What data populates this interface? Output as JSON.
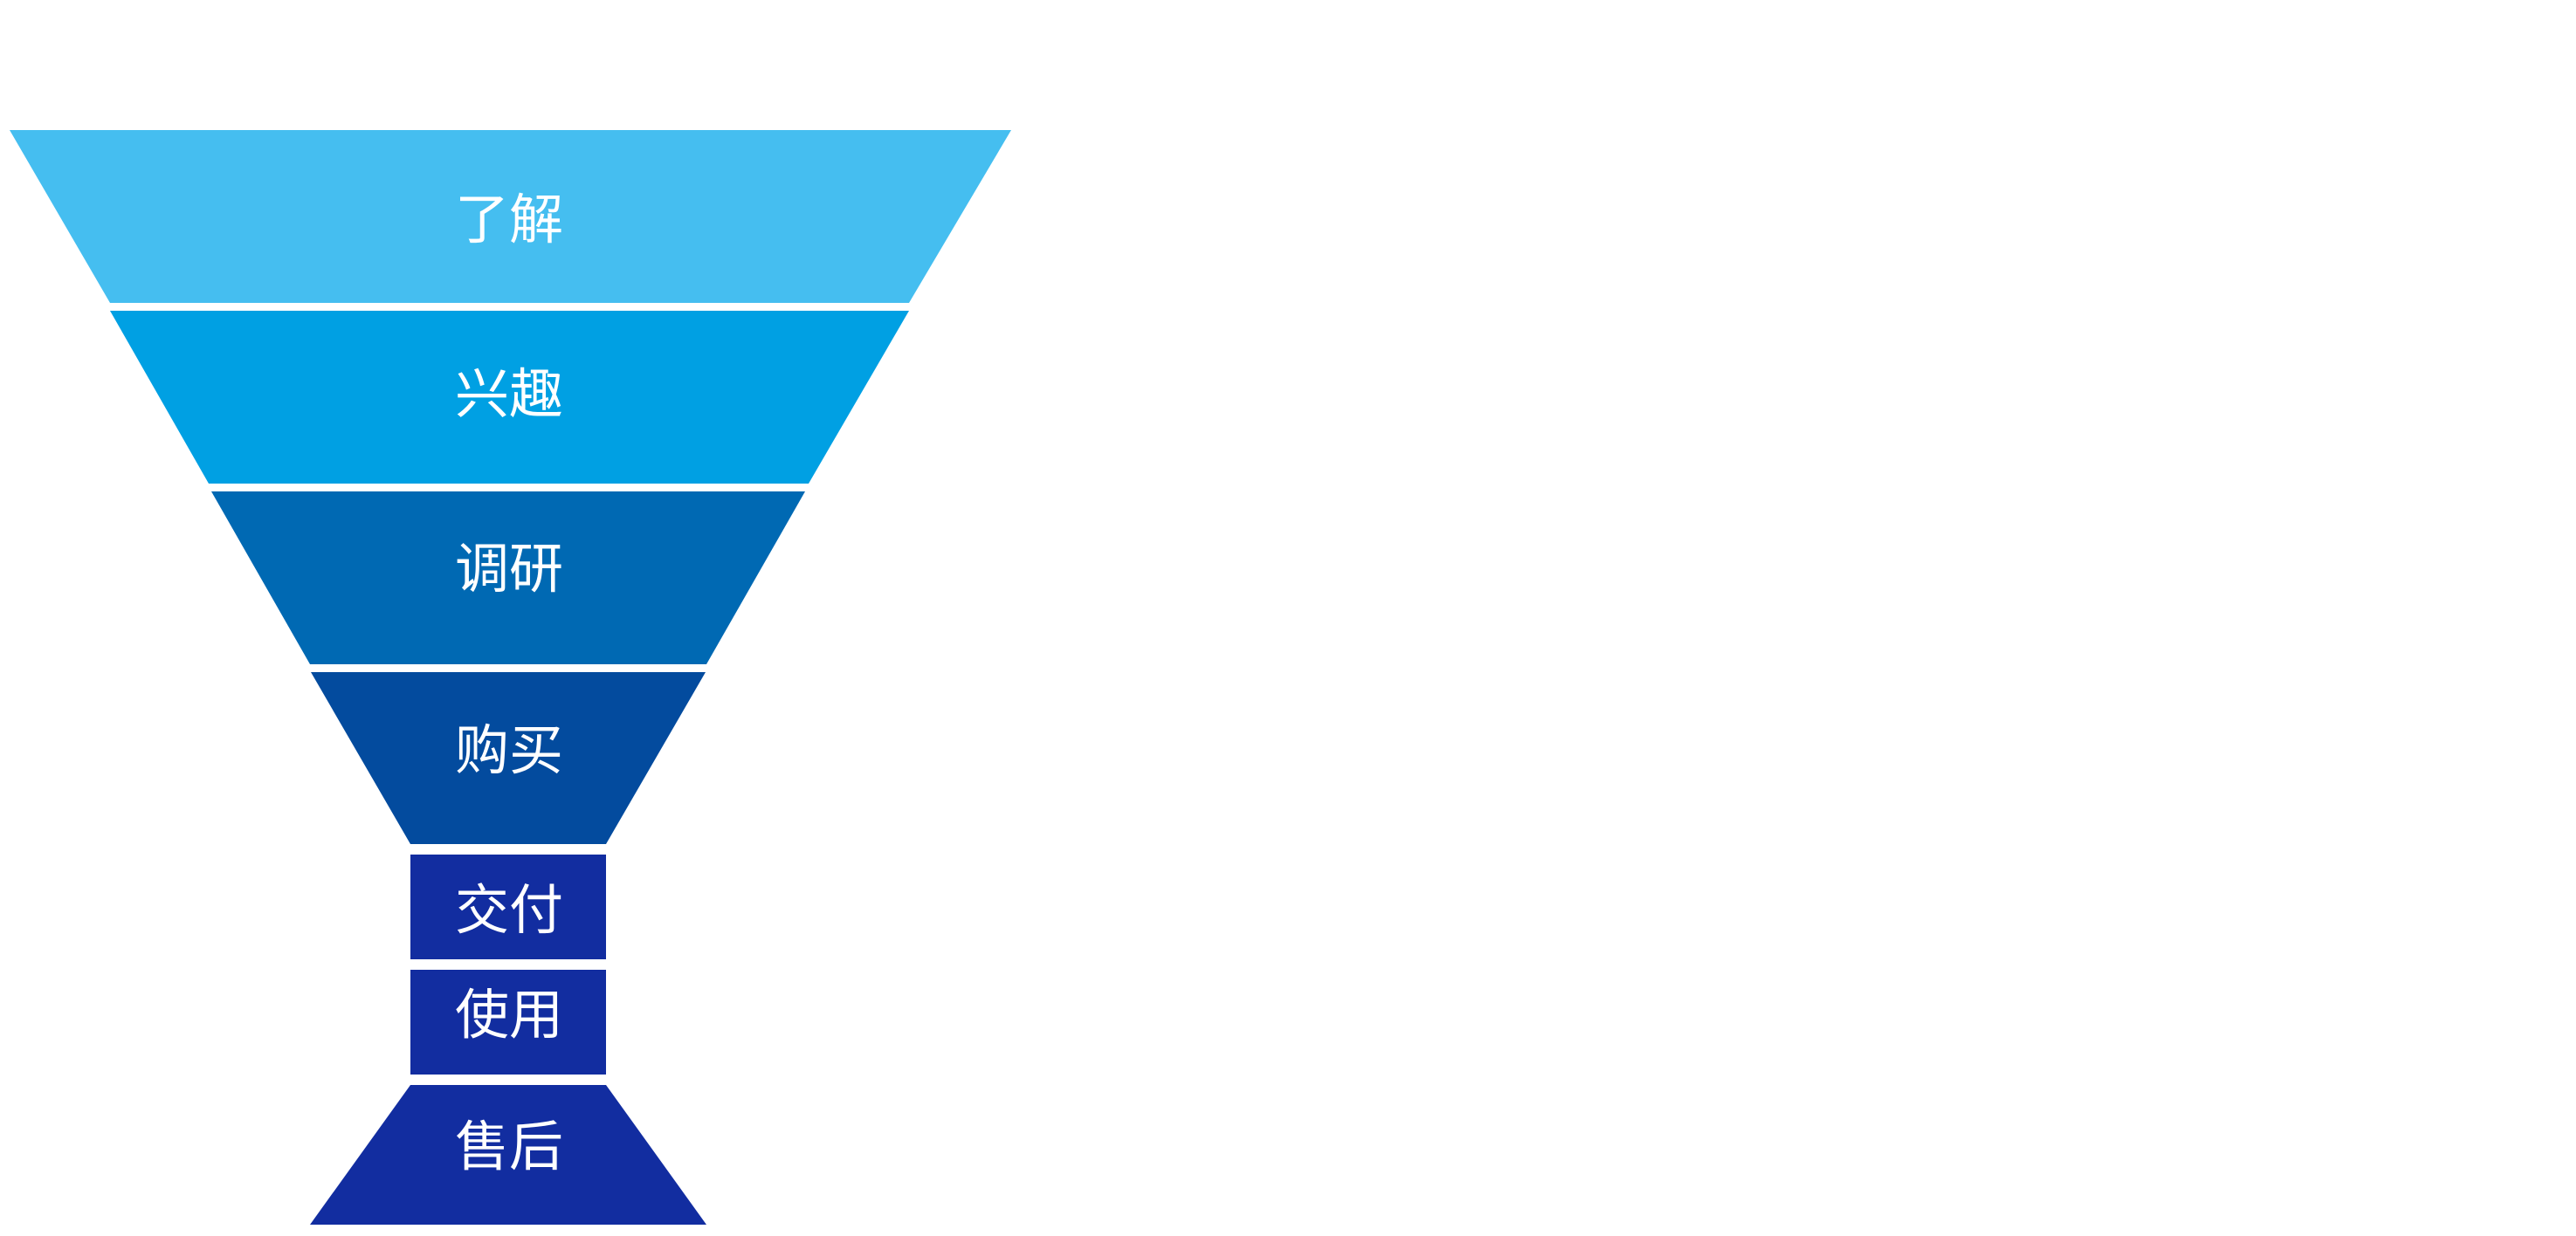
{
  "funnel": {
    "stages": [
      {
        "label": "了解",
        "color": "#45BEF0"
      },
      {
        "label": "兴趣",
        "color": "#00A0E3"
      },
      {
        "label": "调研",
        "color": "#0069B3"
      },
      {
        "label": "购买",
        "color": "#034B9E"
      },
      {
        "label": "交付",
        "color": "#122DA0"
      },
      {
        "label": "使用",
        "color": "#122DA0"
      },
      {
        "label": "售后",
        "color": "#122DA0"
      }
    ]
  }
}
